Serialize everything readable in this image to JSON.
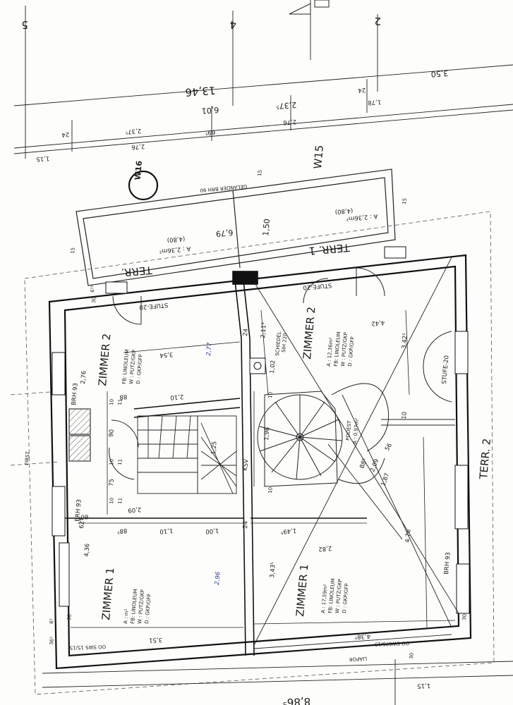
{
  "axes": {
    "a5": "5",
    "a4": "4",
    "a2": "2"
  },
  "top_dims": {
    "total": "13,46",
    "d350": "3,50",
    "d601": "6,01",
    "d237": "2,37⁵",
    "d24a": "24",
    "d178": "1,78",
    "d276a": "2,76",
    "d276b": "2,76",
    "d24b": "24",
    "d695": "69⁵",
    "d2375": "2,37⁵",
    "d115": "1,15"
  },
  "window_tag": "W16",
  "w15": "W15",
  "railing": "GELÄNDER BRH 90",
  "terr_left": {
    "name": "TERR.",
    "area": "A : 2,36m²",
    "alt": "(4,80)",
    "dim": "6,79"
  },
  "terr_right": {
    "name": "TERR. 1",
    "area": "A : 2,36m²",
    "alt": "(4,80)",
    "dim150": "1,50"
  },
  "terr2": "TERR. 2",
  "zimmer2_left": {
    "name": "ZIMMER 2",
    "fb": "FB: LINOLEUM",
    "w": "W : PUTZ/GKP",
    "d": "D : GKP/GFP"
  },
  "zimmer2_right": {
    "name": "ZIMMER 2",
    "area": "A : 12,36m²",
    "fb": "FB: LINOLEUM",
    "w": "W : PUTZ/GKP",
    "d": "D : GKP/GFP"
  },
  "zimmer1_left": {
    "name": "ZIMMER 1",
    "area": "A :        m²",
    "fb": "FB: LINOLEUM",
    "w": "W : PUTZ/GKP",
    "d": "D : GKP/GFP"
  },
  "zimmer1_right": {
    "name": "ZIMMER 1",
    "area": "A : 17,59m²",
    "fb": "FB: LINOLEUM",
    "w": "W : PUTZ/GKP",
    "d": "D : GKP/GFP"
  },
  "podest": {
    "name": "PODEST",
    "area": "A : 0,97m²"
  },
  "schiedel": {
    "a": "SCHIEDEL",
    "b": "SIH 220"
  },
  "ksv": "KSV",
  "stufe_left": "STUFE-20",
  "stufe_right": "STUFE-20",
  "stufe_east": "STUFE-20",
  "brh_left1": "BRH 93",
  "brh_left2": "BRH 93",
  "brh_right": "BRH 93",
  "first": "FIRST",
  "laufbelag": "LIAPOR",
  "sws_left": "OO SWS 15/15",
  "sws_right": "OO SWS75/15",
  "bottom_total": "8,86⁵",
  "bottom_115": "1,15",
  "dims": {
    "d354": "3,54",
    "d277": "2,77",
    "d2115": "2,11⁵",
    "d24c": "24",
    "d102": "1,02",
    "d276c": "2,76",
    "d342": "3,42⁵",
    "d442": "4,42",
    "d88a": "88",
    "d210": "2,10",
    "d10a": "10",
    "d11a": "11",
    "d90": "90",
    "d10b": "10",
    "d11b": "11",
    "d75": "75",
    "d10c": "10",
    "d11c": "11",
    "d125": "1,25",
    "d209": "2,09",
    "d196": "1,96",
    "d10d": "10",
    "d10e": "10",
    "d10f": "10",
    "d56": "56",
    "d885a": "88⁵",
    "d209b": "2,09",
    "d187": "1,87",
    "d605": "60⁵",
    "d625": "62⁵",
    "d885b": "88⁵",
    "d110": "1,10",
    "d100": "1,00",
    "d24d": "24",
    "d1495": "1,49⁵",
    "d476": "4,76",
    "d436": "4,36",
    "d282": "2,82",
    "d3435": "3,43⁵",
    "d296": "2,96",
    "d351": "3,51",
    "d4385": "4,38⁵",
    "d30a": "30",
    "d65": "6⁵",
    "d365": "36⁵",
    "d30b": "30",
    "d30c": "30",
    "d30d": "30",
    "d15a": "15",
    "d15b": "15",
    "d15c": "15",
    "d615": "6¹⁵"
  }
}
